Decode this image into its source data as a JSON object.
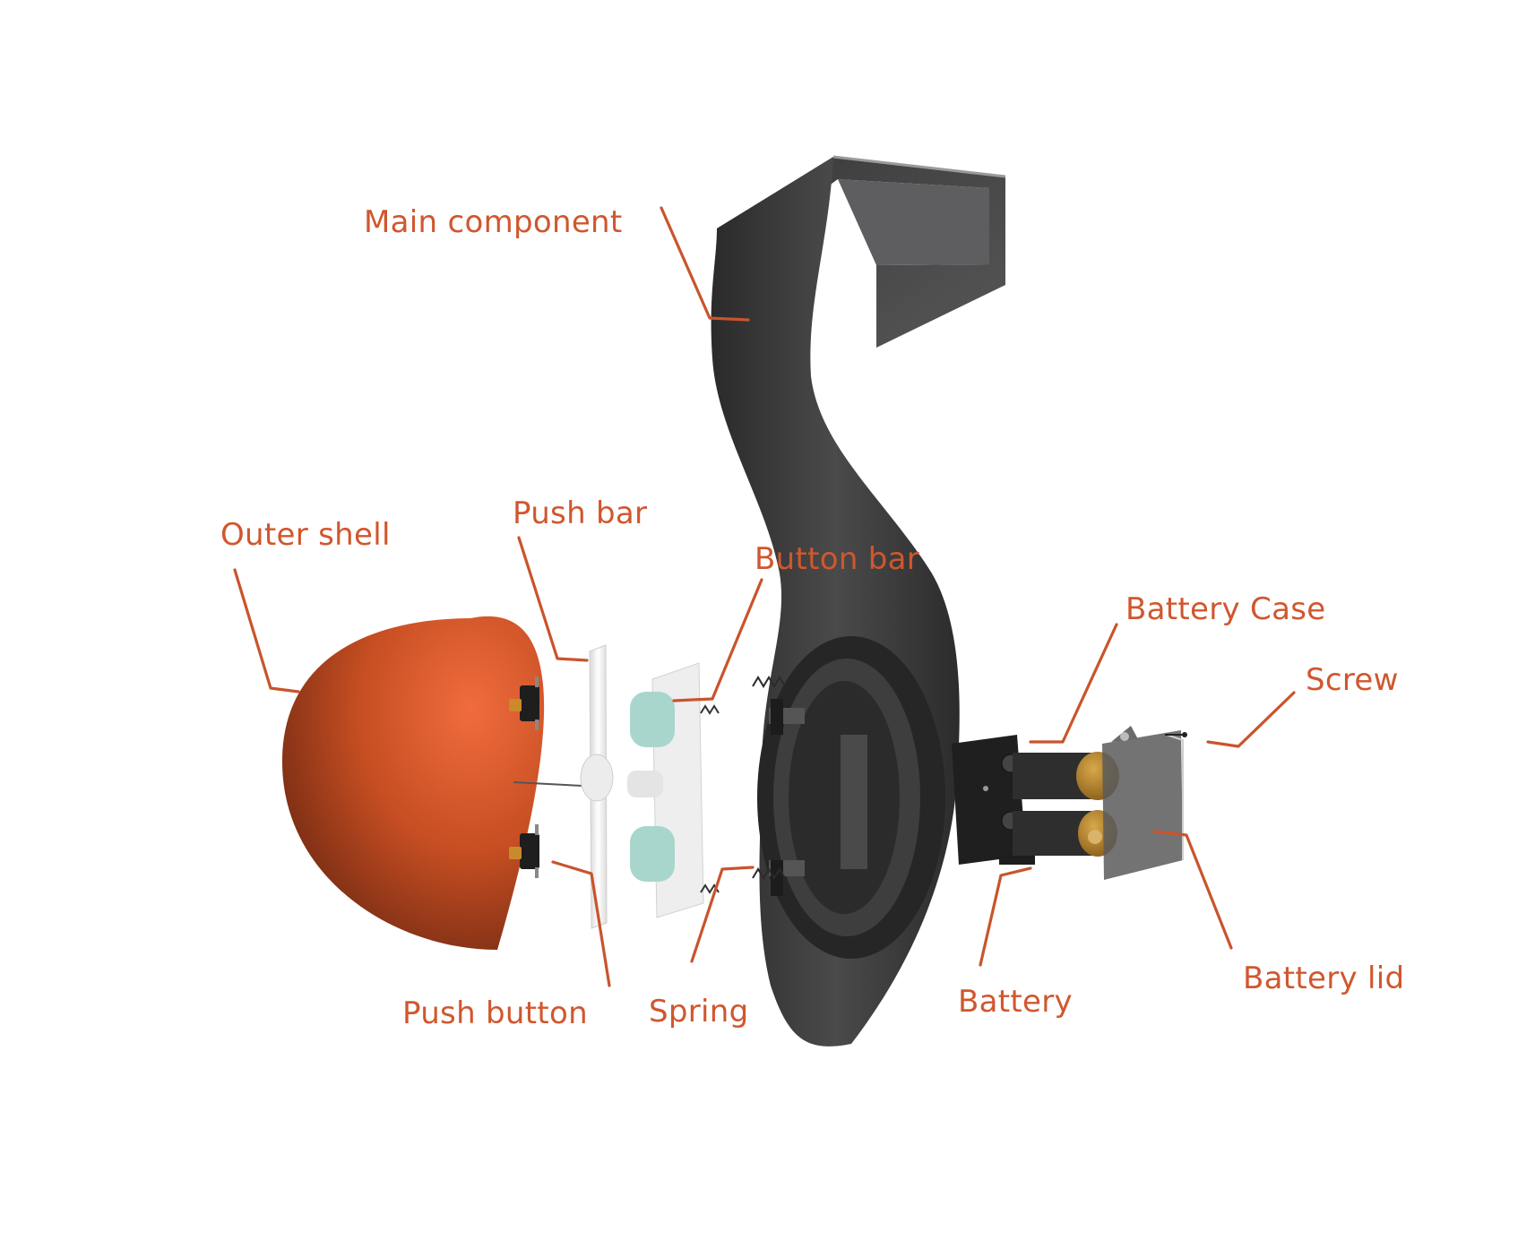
{
  "colors": {
    "label": "#d0572e",
    "leader": "#c9542c",
    "shell": "#c64e22",
    "body": "#3b3b3c",
    "parts_light": "#f1f1f1",
    "teal": "#a9d6cc",
    "brass": "#b8862e"
  },
  "labels": {
    "main_component": "Main component",
    "outer_shell": "Outer shell",
    "push_bar": "Push bar",
    "button_bar": "Button bar",
    "battery_case": "Battery Case",
    "screw": "Screw",
    "push_button": "Push button",
    "spring": "Spring",
    "battery": "Battery",
    "battery_lid": "Battery lid"
  }
}
